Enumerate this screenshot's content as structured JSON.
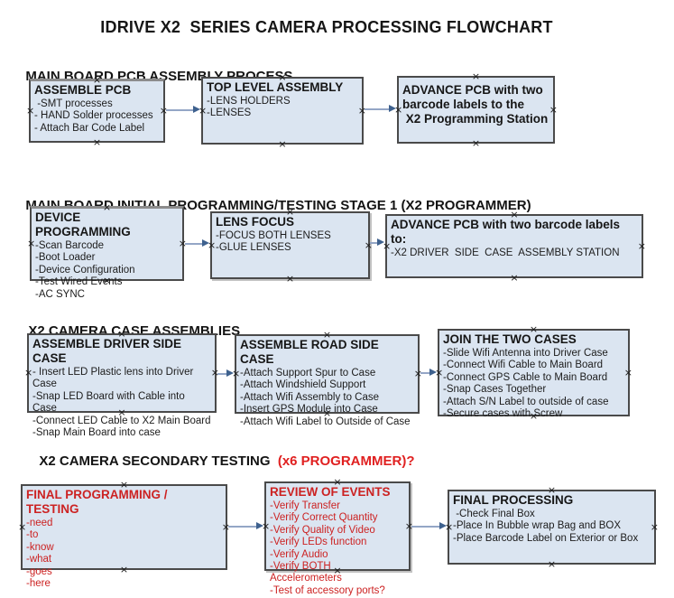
{
  "page_title": "IDRIVE X2  SERIES CAMERA PROCESSING FLOWCHART",
  "colors": {
    "box_fill": "#dbe5f1",
    "box_border": "#4a4a4a",
    "red_text": "#cc2222",
    "heading_red": "#e02020",
    "arrow_line": "#94a6c6",
    "arrow_head": "#3e618e"
  },
  "sections": [
    {
      "heading": "MAIN BOARD PCB ASSEMBLY PROCESS",
      "heading_red": "",
      "boxes": [
        {
          "title": "ASSEMBLE PCB",
          "items": [
            " -SMT processes",
            "- HAND Solder processes",
            "- Attach Bar Code Label"
          ]
        },
        {
          "title": "TOP LEVEL ASSEMBLY",
          "items": [
            "-LENS HOLDERS",
            "-LENSES"
          ]
        },
        {
          "title": "ADVANCE PCB with two\nbarcode labels to the\n X2 Programming Station",
          "items": []
        }
      ]
    },
    {
      "heading": "MAIN BOARD INITIAL PROGRAMMING/TESTING STAGE 1 (X2 PROGRAMMER)",
      "heading_red": "",
      "boxes": [
        {
          "title": "DEVICE PROGRAMMING",
          "items": [
            "-Scan Barcode",
            "-Boot Loader",
            "-Device Configuration",
            "-Test Wired Events",
            "-AC SYNC"
          ]
        },
        {
          "title": "LENS FOCUS",
          "items": [
            "-FOCUS BOTH LENSES",
            "-GLUE LENSES"
          ]
        },
        {
          "title": "ADVANCE PCB with two barcode labels to:",
          "items": [
            "-X2 DRIVER  SIDE  CASE  ASSEMBLY STATION"
          ]
        }
      ]
    },
    {
      "heading": "X2 CAMERA CASE ASSEMBLIES",
      "heading_red": "",
      "boxes": [
        {
          "title": "ASSEMBLE DRIVER SIDE CASE",
          "items": [
            "- Insert LED Plastic lens into Driver Case",
            "-Snap LED Board with Cable into Case",
            "-Connect LED Cable to X2 Main Board",
            "-Snap Main Board into case"
          ]
        },
        {
          "title": "ASSEMBLE ROAD SIDE CASE",
          "items": [
            "-Attach Support Spur to Case",
            "-Attach Windshield Support",
            "-Attach Wifi Assembly to Case",
            "-Insert GPS Module into Case",
            "-Attach Wifi Label to Outside of Case"
          ]
        },
        {
          "title": "JOIN THE TWO CASES",
          "items": [
            "-Slide Wifi Antenna into Driver Case",
            "-Connect Wifi Cable to Main Board",
            "-Connect GPS Cable to Main Board",
            "-Snap Cases Together",
            "-Attach S/N Label to outside of case",
            "-Secure cases with Screw"
          ]
        }
      ]
    },
    {
      "heading": "X2 CAMERA SECONDARY TESTING ",
      "heading_red": " (x6 PROGRAMMER)?",
      "boxes": [
        {
          "title": "FINAL PROGRAMMING / TESTING",
          "items": [
            "-need",
            "-to",
            "-know",
            "-what",
            "-goes",
            "-here"
          ]
        },
        {
          "title": "REVIEW OF EVENTS",
          "items": [
            "-Verify Transfer",
            "-Verify Correct Quantity",
            "-Verify Quality of Video",
            "-Verify LEDs function",
            "-Verify Audio",
            "-Verify BOTH Accelerometers",
            "-Test of accessory ports?"
          ]
        },
        {
          "title": "FINAL PROCESSING",
          "items": [
            " -Check Final Box",
            "-Place In Bubble wrap Bag and BOX",
            "-Place Barcode Label on Exterior or Box"
          ]
        }
      ]
    }
  ]
}
